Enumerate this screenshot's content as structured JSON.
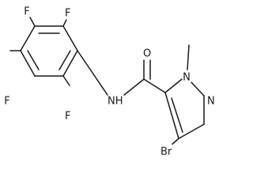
{
  "molecule": {
    "atoms": [
      {
        "id": "F1",
        "label": "F"
      },
      {
        "id": "F2",
        "label": "F"
      },
      {
        "id": "F3",
        "label": "F"
      },
      {
        "id": "F4",
        "label": "F"
      },
      {
        "id": "O",
        "label": "O"
      },
      {
        "id": "NH",
        "label": "NH"
      },
      {
        "id": "N1",
        "label": "N"
      },
      {
        "id": "N2",
        "label": "N"
      },
      {
        "id": "Br",
        "label": "Br"
      }
    ]
  }
}
